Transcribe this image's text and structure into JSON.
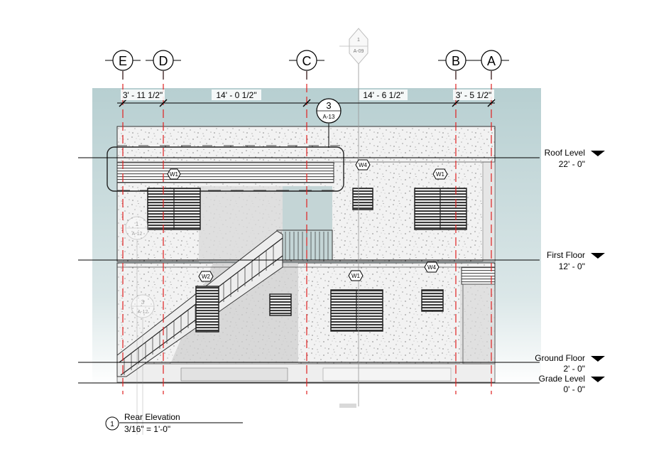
{
  "grid": {
    "E": "E",
    "D": "D",
    "C": "C",
    "B": "B",
    "A": "A"
  },
  "dimensions": [
    "3' - 11 1/2\"",
    "14' - 0 1/2\"",
    "14' - 6 1/2\"",
    "3' - 5 1/2\""
  ],
  "section_marker": {
    "number": "1",
    "sheet": "A-09"
  },
  "callouts": {
    "detail_3": {
      "number": "3",
      "sheet": "A-13"
    },
    "faint_1": {
      "number": "1",
      "sheet": "A-12"
    },
    "faint_2": {
      "number": "3",
      "sheet": "A-12"
    }
  },
  "window_tags": {
    "w1_upper_left": "W1",
    "w4_upper_mid": "W4",
    "w1_upper_right": "W1",
    "w2_lower": "W2",
    "w1_lower": "W1",
    "w4_lower": "W4"
  },
  "levels": [
    {
      "name": "Roof Level",
      "elevation": "22' - 0\""
    },
    {
      "name": "First Floor",
      "elevation": "12' - 0\""
    },
    {
      "name": "Ground Floor",
      "elevation": "2' - 0\""
    },
    {
      "name": "Grade Level",
      "elevation": "0' - 0\""
    }
  ],
  "view_title": {
    "number": "1",
    "name": "Rear Elevation",
    "scale": "3/16\" = 1'-0\""
  }
}
